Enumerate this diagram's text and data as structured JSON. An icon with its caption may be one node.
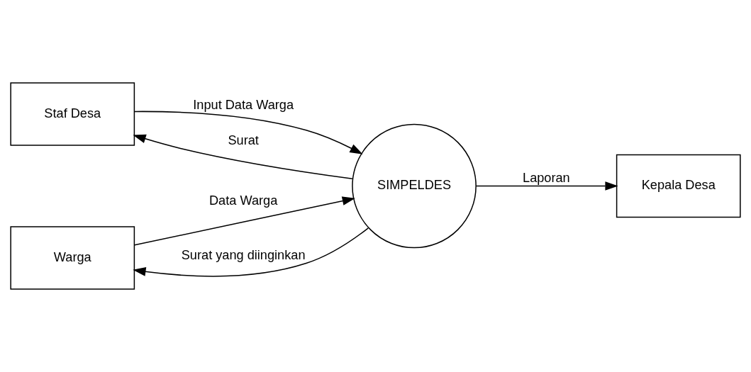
{
  "diagram": {
    "nodes": [
      {
        "text": [
          "Staf Desa"
        ]
      },
      {
        "text": [
          "Warga"
        ]
      },
      {
        "text": [
          "SIMPELDES"
        ]
      },
      {
        "text": [
          "Kepala Desa"
        ]
      }
    ],
    "edges": [
      {
        "from": 0,
        "to": 2,
        "arrow": "to",
        "label": "Input Data Warga"
      },
      {
        "from": 2,
        "to": 0,
        "arrow": "to",
        "label": "Surat"
      },
      {
        "from": 1,
        "to": 2,
        "arrow": "to",
        "label": "Data Warga"
      },
      {
        "from": 2,
        "to": 1,
        "arrow": "to",
        "label": "Surat yang diinginkan"
      },
      {
        "from": 2,
        "to": 3,
        "arrow": "to",
        "label": "Laporan"
      }
    ]
  }
}
